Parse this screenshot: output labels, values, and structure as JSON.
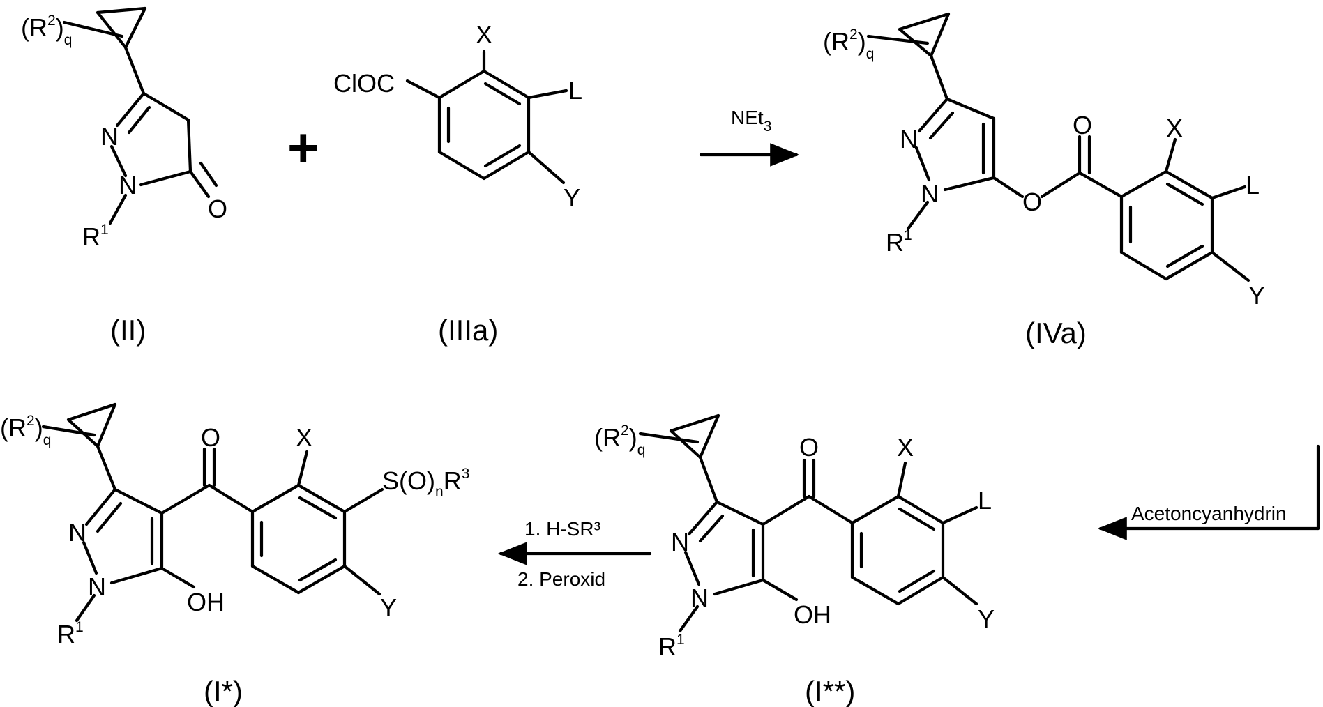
{
  "compounds": {
    "II": {
      "label": "(II)",
      "r2": "(R",
      "r2_sup": "2",
      "r2_close": ")",
      "r2_sub": "q",
      "r1": "R",
      "r1_sup": "1",
      "n_top": "N",
      "n_bottom": "N",
      "oxo": "O"
    },
    "IIIa": {
      "label": "(IIIa)",
      "acyl": "ClOC",
      "x": "X",
      "l": "L",
      "y": "Y"
    },
    "IVa": {
      "label": "(IVa)",
      "r2": "(R",
      "r2_sup": "2",
      "r2_close": ")",
      "r2_sub": "q",
      "r1": "R",
      "r1_sup": "1",
      "n_top": "N",
      "n_bottom": "N",
      "ester_o": "O",
      "carbonyl_o": "O",
      "x": "X",
      "l": "L",
      "y": "Y"
    },
    "I_star": {
      "label": "(I*)",
      "r2": "(R",
      "r2_sup": "2",
      "r2_close": ")",
      "r2_sub": "q",
      "r1": "R",
      "r1_sup": "1",
      "n_top": "N",
      "n_bottom": "N",
      "carbonyl_o": "O",
      "oh": "OH",
      "x": "X",
      "y": "Y",
      "s_group": "S(O)",
      "s_sub": "n",
      "s_r": "R",
      "s_sup": "3"
    },
    "I_2star": {
      "label": "(I**)",
      "r2": "(R",
      "r2_sup": "2",
      "r2_close": ")",
      "r2_sub": "q",
      "r1": "R",
      "r1_sup": "1",
      "n_top": "N",
      "n_bottom": "N",
      "carbonyl_o": "O",
      "oh": "OH",
      "x": "X",
      "l": "L",
      "y": "Y"
    }
  },
  "operators": {
    "plus": "+"
  },
  "reagents": {
    "step1": {
      "base": "NEt",
      "sub": "3"
    },
    "step2": {
      "text": "Acetoncyanhydrin"
    },
    "step3": {
      "line1": "1. H-SR³",
      "line2": "2. Peroxid"
    }
  }
}
